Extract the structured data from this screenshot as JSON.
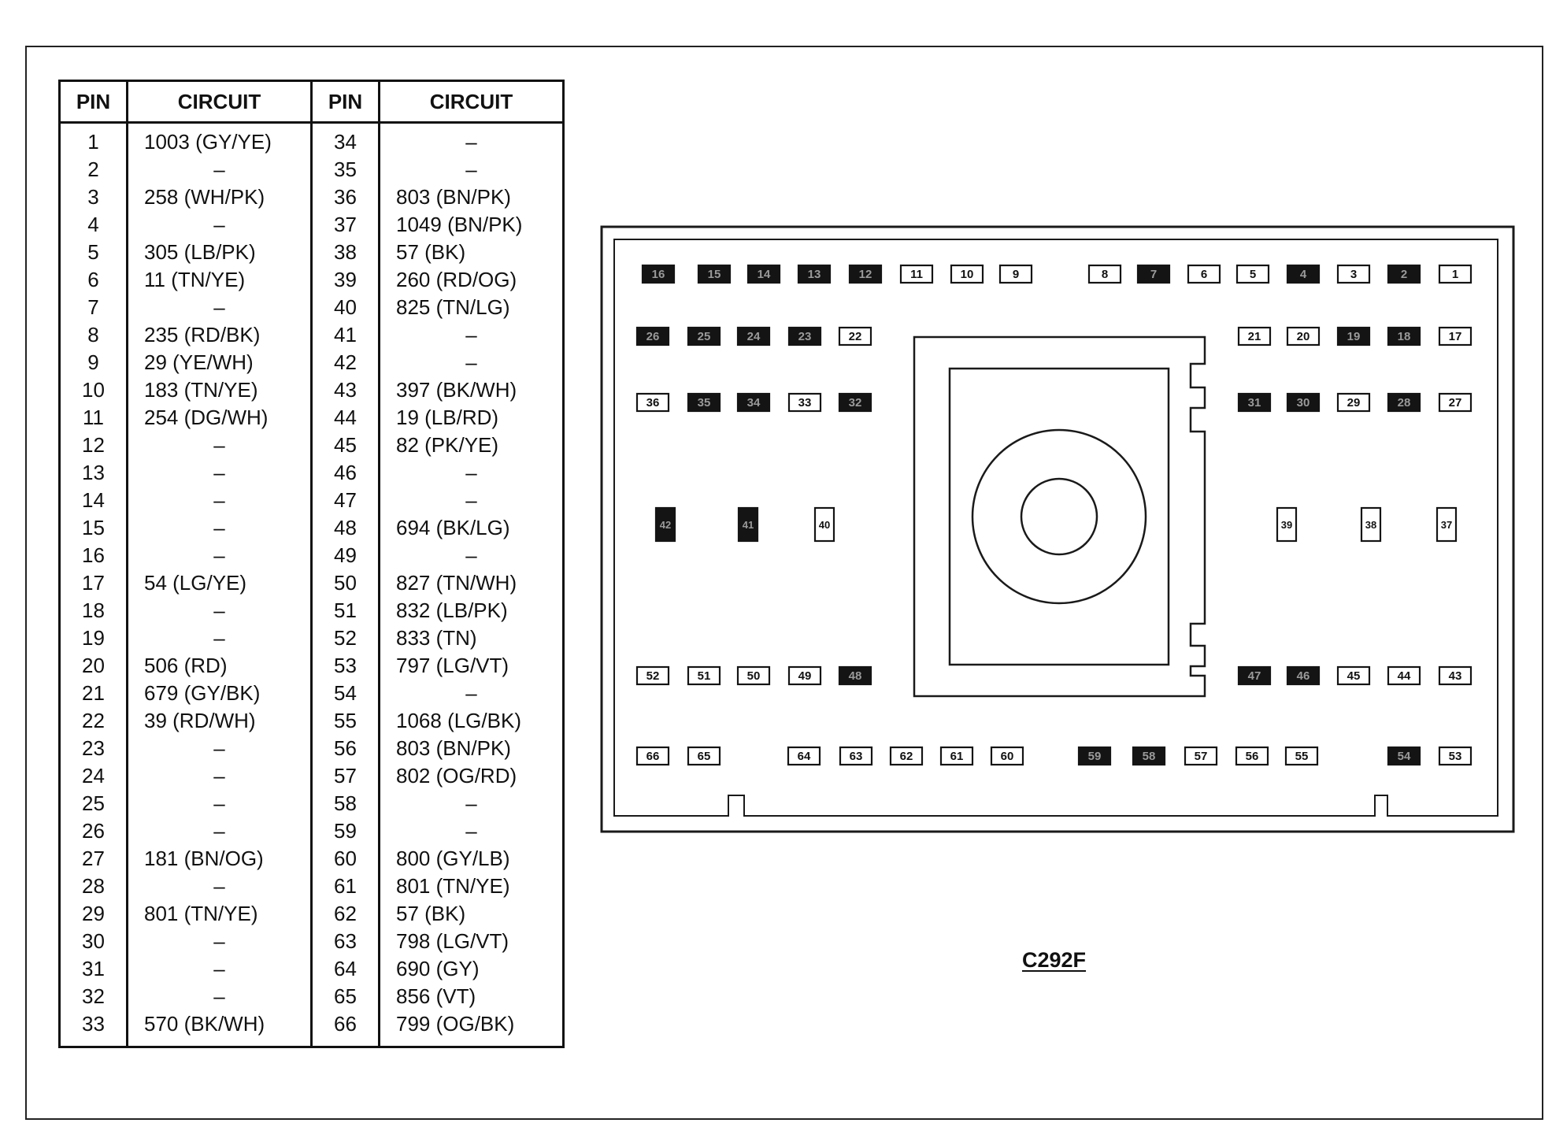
{
  "connector_name": "C292F",
  "table": {
    "headers": [
      "PIN",
      "CIRCUIT",
      "PIN",
      "CIRCUIT"
    ],
    "left": [
      [
        "1",
        "1003 (GY/YE)"
      ],
      [
        "2",
        "–"
      ],
      [
        "3",
        "258 (WH/PK)"
      ],
      [
        "4",
        "–"
      ],
      [
        "5",
        "305 (LB/PK)"
      ],
      [
        "6",
        "11 (TN/YE)"
      ],
      [
        "7",
        "–"
      ],
      [
        "8",
        "235 (RD/BK)"
      ],
      [
        "9",
        "29 (YE/WH)"
      ],
      [
        "10",
        "183  (TN/YE)"
      ],
      [
        "11",
        "254 (DG/WH)"
      ],
      [
        "12",
        "–"
      ],
      [
        "13",
        "–"
      ],
      [
        "14",
        "–"
      ],
      [
        "15",
        "–"
      ],
      [
        "16",
        "–"
      ],
      [
        "17",
        "54 (LG/YE)"
      ],
      [
        "18",
        "–"
      ],
      [
        "19",
        "–"
      ],
      [
        "20",
        "506 (RD)"
      ],
      [
        "21",
        "679 (GY/BK)"
      ],
      [
        "22",
        "39 (RD/WH)"
      ],
      [
        "23",
        "–"
      ],
      [
        "24",
        "–"
      ],
      [
        "25",
        "–"
      ],
      [
        "26",
        "–"
      ],
      [
        "27",
        "181 (BN/OG)"
      ],
      [
        "28",
        "–"
      ],
      [
        "29",
        "801 (TN/YE)"
      ],
      [
        "30",
        "–"
      ],
      [
        "31",
        "–"
      ],
      [
        "32",
        "–"
      ],
      [
        "33",
        "570 (BK/WH)"
      ]
    ],
    "right": [
      [
        "34",
        "–"
      ],
      [
        "35",
        "–"
      ],
      [
        "36",
        "803 (BN/PK)"
      ],
      [
        "37",
        "1049 (BN/PK)"
      ],
      [
        "38",
        "57 (BK)"
      ],
      [
        "39",
        "260 (RD/OG)"
      ],
      [
        "40",
        "825 (TN/LG)"
      ],
      [
        "41",
        "–"
      ],
      [
        "42",
        "–"
      ],
      [
        "43",
        "397 (BK/WH)"
      ],
      [
        "44",
        "19 (LB/RD)"
      ],
      [
        "45",
        "82 (PK/YE)"
      ],
      [
        "46",
        "–"
      ],
      [
        "47",
        "–"
      ],
      [
        "48",
        "694 (BK/LG)"
      ],
      [
        "49",
        "–"
      ],
      [
        "50",
        "827 (TN/WH)"
      ],
      [
        "51",
        "832 (LB/PK)"
      ],
      [
        "52",
        "833 (TN)"
      ],
      [
        "53",
        "797 (LG/VT)"
      ],
      [
        "54",
        "–"
      ],
      [
        "55",
        "1068 (LG/BK)"
      ],
      [
        "56",
        "803 (BN/PK)"
      ],
      [
        "57",
        "802 (OG/RD)"
      ],
      [
        "58",
        "–"
      ],
      [
        "59",
        "–"
      ],
      [
        "60",
        "800 (GY/LB)"
      ],
      [
        "61",
        "801 (TN/YE)"
      ],
      [
        "62",
        "57 (BK)"
      ],
      [
        "63",
        "798 (LG/VT)"
      ],
      [
        "64",
        "690 (GY)"
      ],
      [
        "65",
        "856 (VT)"
      ],
      [
        "66",
        "799 (OG/BK)"
      ]
    ]
  },
  "terminals": [
    {
      "pin": "1",
      "filled": false
    },
    {
      "pin": "2",
      "filled": true
    },
    {
      "pin": "3",
      "filled": false
    },
    {
      "pin": "4",
      "filled": true
    },
    {
      "pin": "5",
      "filled": false
    },
    {
      "pin": "6",
      "filled": false
    },
    {
      "pin": "7",
      "filled": true
    },
    {
      "pin": "8",
      "filled": false
    },
    {
      "pin": "9",
      "filled": false
    },
    {
      "pin": "10",
      "filled": false
    },
    {
      "pin": "11",
      "filled": false
    },
    {
      "pin": "12",
      "filled": true
    },
    {
      "pin": "13",
      "filled": true
    },
    {
      "pin": "14",
      "filled": true
    },
    {
      "pin": "15",
      "filled": true
    },
    {
      "pin": "16",
      "filled": true
    },
    {
      "pin": "17",
      "filled": false
    },
    {
      "pin": "18",
      "filled": true
    },
    {
      "pin": "19",
      "filled": true
    },
    {
      "pin": "20",
      "filled": false
    },
    {
      "pin": "21",
      "filled": false
    },
    {
      "pin": "22",
      "filled": false
    },
    {
      "pin": "23",
      "filled": true
    },
    {
      "pin": "24",
      "filled": true
    },
    {
      "pin": "25",
      "filled": true
    },
    {
      "pin": "26",
      "filled": true
    },
    {
      "pin": "27",
      "filled": false
    },
    {
      "pin": "28",
      "filled": true
    },
    {
      "pin": "29",
      "filled": false
    },
    {
      "pin": "30",
      "filled": true
    },
    {
      "pin": "31",
      "filled": true
    },
    {
      "pin": "32",
      "filled": true
    },
    {
      "pin": "33",
      "filled": false
    },
    {
      "pin": "34",
      "filled": true
    },
    {
      "pin": "35",
      "filled": true
    },
    {
      "pin": "36",
      "filled": false
    },
    {
      "pin": "37",
      "filled": false
    },
    {
      "pin": "38",
      "filled": false
    },
    {
      "pin": "39",
      "filled": false
    },
    {
      "pin": "40",
      "filled": false
    },
    {
      "pin": "41",
      "filled": true
    },
    {
      "pin": "42",
      "filled": true
    },
    {
      "pin": "43",
      "filled": false
    },
    {
      "pin": "44",
      "filled": false
    },
    {
      "pin": "45",
      "filled": false
    },
    {
      "pin": "46",
      "filled": true
    },
    {
      "pin": "47",
      "filled": true
    },
    {
      "pin": "48",
      "filled": true
    },
    {
      "pin": "49",
      "filled": false
    },
    {
      "pin": "50",
      "filled": false
    },
    {
      "pin": "51",
      "filled": false
    },
    {
      "pin": "52",
      "filled": false
    },
    {
      "pin": "53",
      "filled": false
    },
    {
      "pin": "54",
      "filled": true
    },
    {
      "pin": "55",
      "filled": false
    },
    {
      "pin": "56",
      "filled": false
    },
    {
      "pin": "57",
      "filled": false
    },
    {
      "pin": "58",
      "filled": true
    },
    {
      "pin": "59",
      "filled": true
    },
    {
      "pin": "60",
      "filled": false
    },
    {
      "pin": "61",
      "filled": false
    },
    {
      "pin": "62",
      "filled": false
    },
    {
      "pin": "63",
      "filled": false
    },
    {
      "pin": "64",
      "filled": false
    },
    {
      "pin": "65",
      "filled": false
    },
    {
      "pin": "66",
      "filled": false
    }
  ]
}
